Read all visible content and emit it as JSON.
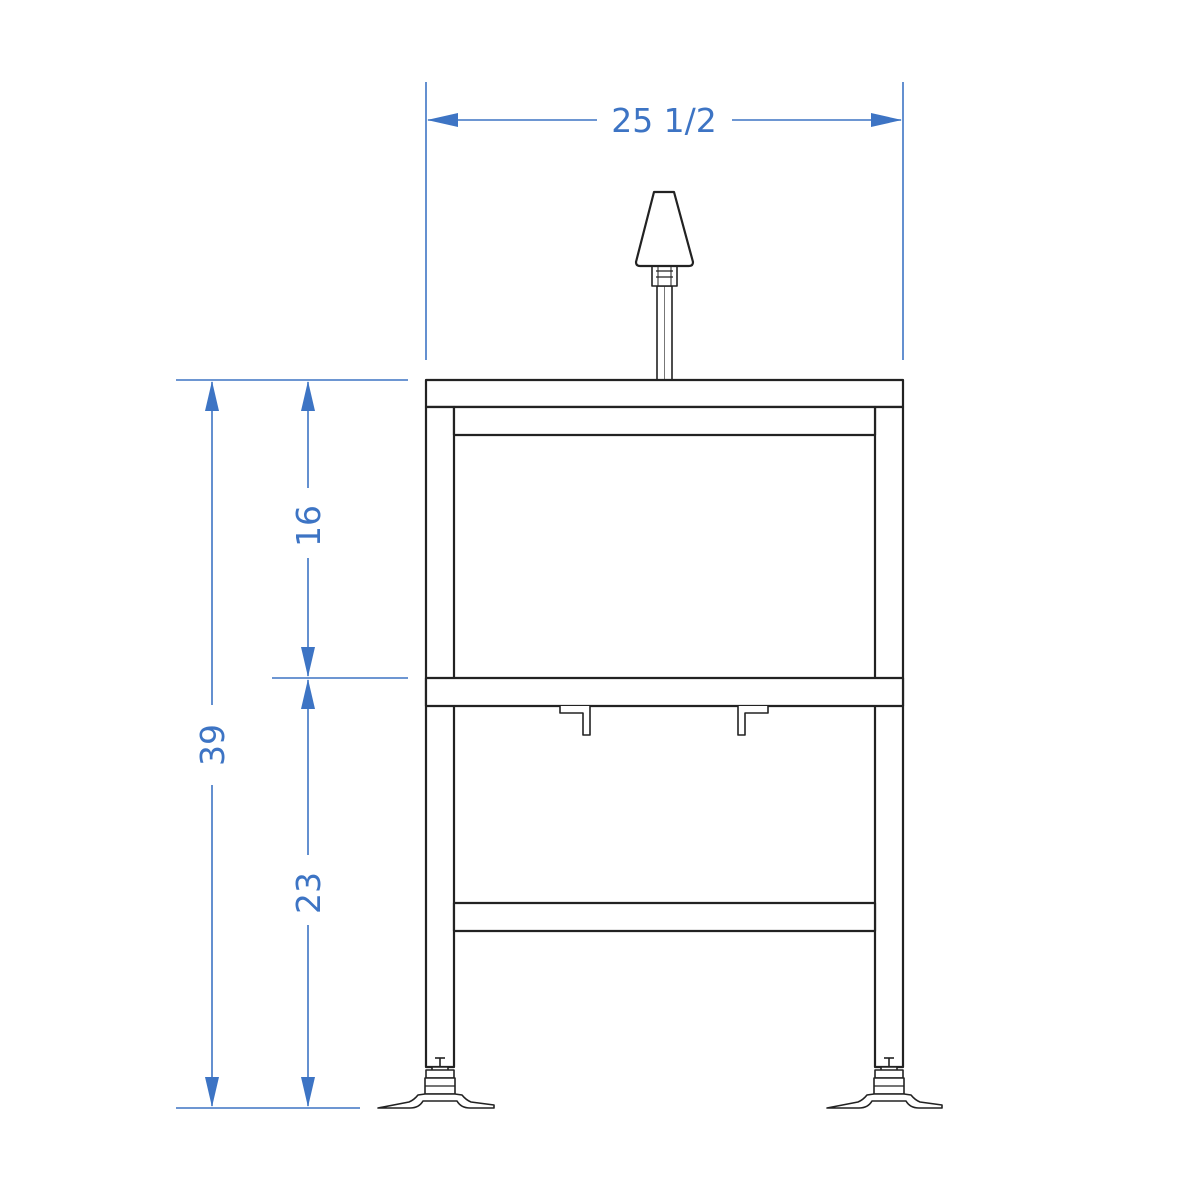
{
  "dimensions": {
    "overall_width": "25 1/2",
    "overall_height": "39",
    "upper_section_height": "16",
    "lower_section_height": "23"
  },
  "colors": {
    "dimension": "#3d74c4",
    "outline": "#222222",
    "background": "#ffffff"
  }
}
